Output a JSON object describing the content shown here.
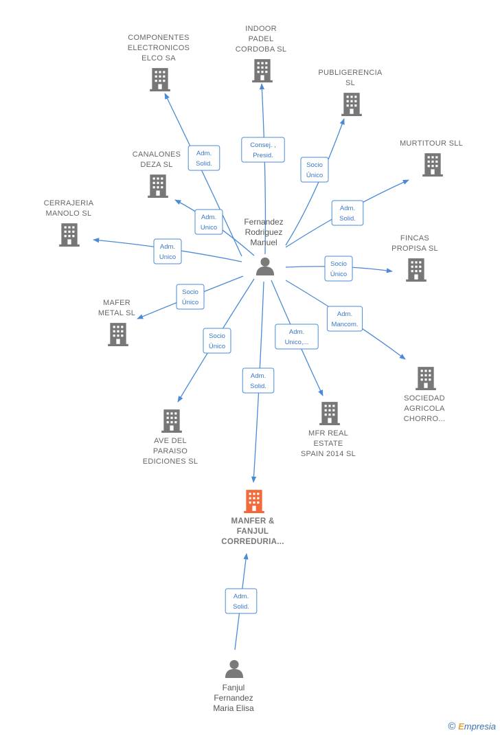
{
  "colors": {
    "edge": "#4a8ad6",
    "company": "#777777",
    "focus": "#f26a3a",
    "person": "#7a7a7a"
  },
  "people": [
    {
      "id": "p1",
      "lines": [
        "Fernandez",
        "Rodriguez",
        "Manuel"
      ],
      "icon": "person-icon"
    },
    {
      "id": "p2",
      "lines": [
        "Fanjul",
        "Fernandez",
        "Maria Elisa"
      ],
      "icon": "person-icon"
    }
  ],
  "companies": [
    {
      "id": "c1",
      "lines": [
        "COMPONENTES",
        "ELECTRONICOS",
        "ELCO SA"
      ],
      "icon": "building-icon"
    },
    {
      "id": "c2",
      "lines": [
        "INDOOR",
        "PADEL",
        "CORDOBA  SL"
      ],
      "icon": "building-icon"
    },
    {
      "id": "c3",
      "lines": [
        "PUBLIGERENCIA",
        "SL"
      ],
      "icon": "building-icon"
    },
    {
      "id": "c4",
      "lines": [
        "MURTITOUR SLL"
      ],
      "icon": "building-icon"
    },
    {
      "id": "c5",
      "lines": [
        "CANALONES",
        "DEZA  SL"
      ],
      "icon": "building-icon"
    },
    {
      "id": "c6",
      "lines": [
        "CERRAJERIA",
        "MANOLO SL"
      ],
      "icon": "building-icon"
    },
    {
      "id": "c7",
      "lines": [
        "FINCAS",
        "PROPISA SL"
      ],
      "icon": "building-icon"
    },
    {
      "id": "c8",
      "lines": [
        "MAFER",
        "METAL  SL"
      ],
      "icon": "building-icon"
    },
    {
      "id": "c9",
      "lines": [
        "SOCIEDAD",
        "AGRICOLA",
        "CHORRO..."
      ],
      "icon": "building-icon"
    },
    {
      "id": "c10",
      "lines": [
        "AVE DEL",
        "PARAISO",
        "EDICIONES SL"
      ],
      "icon": "building-icon"
    },
    {
      "id": "c11",
      "lines": [
        "MFR REAL",
        "ESTATE",
        "SPAIN 2014  SL"
      ],
      "icon": "building-icon"
    },
    {
      "id": "c12",
      "lines": [
        "MANFER &",
        "FANJUL",
        "CORREDURIA..."
      ],
      "icon": "building-icon",
      "focus": true
    }
  ],
  "relations": [
    {
      "from": "p1",
      "to": "c1",
      "label": [
        "Adm.",
        "Solid."
      ]
    },
    {
      "from": "p1",
      "to": "c2",
      "label": [
        "Consej. ,",
        "Presid."
      ]
    },
    {
      "from": "p1",
      "to": "c3",
      "label": [
        "Socio",
        "Único"
      ]
    },
    {
      "from": "p1",
      "to": "c4",
      "label": [
        "Adm.",
        "Solid."
      ]
    },
    {
      "from": "p1",
      "to": "c5",
      "label": [
        "Adm.",
        "Unico"
      ]
    },
    {
      "from": "p1",
      "to": "c6",
      "label": [
        "Adm.",
        "Unico"
      ]
    },
    {
      "from": "p1",
      "to": "c7",
      "label": [
        "Socio",
        "Único"
      ]
    },
    {
      "from": "p1",
      "to": "c8",
      "label": [
        "Socio",
        "Único"
      ]
    },
    {
      "from": "p1",
      "to": "c9",
      "label": [
        "Adm.",
        "Mancom."
      ]
    },
    {
      "from": "p1",
      "to": "c10",
      "label": [
        "Socio",
        "Único"
      ]
    },
    {
      "from": "p1",
      "to": "c11",
      "label": [
        "Adm.",
        "Unico,..."
      ]
    },
    {
      "from": "p1",
      "to": "c12",
      "label": [
        "Adm.",
        "Solid."
      ]
    },
    {
      "from": "p2",
      "to": "c12",
      "label": [
        "Adm.",
        "Solid."
      ]
    }
  ],
  "footer": {
    "copyright": "©",
    "brand_first": "E",
    "brand_rest": "mpresia"
  }
}
